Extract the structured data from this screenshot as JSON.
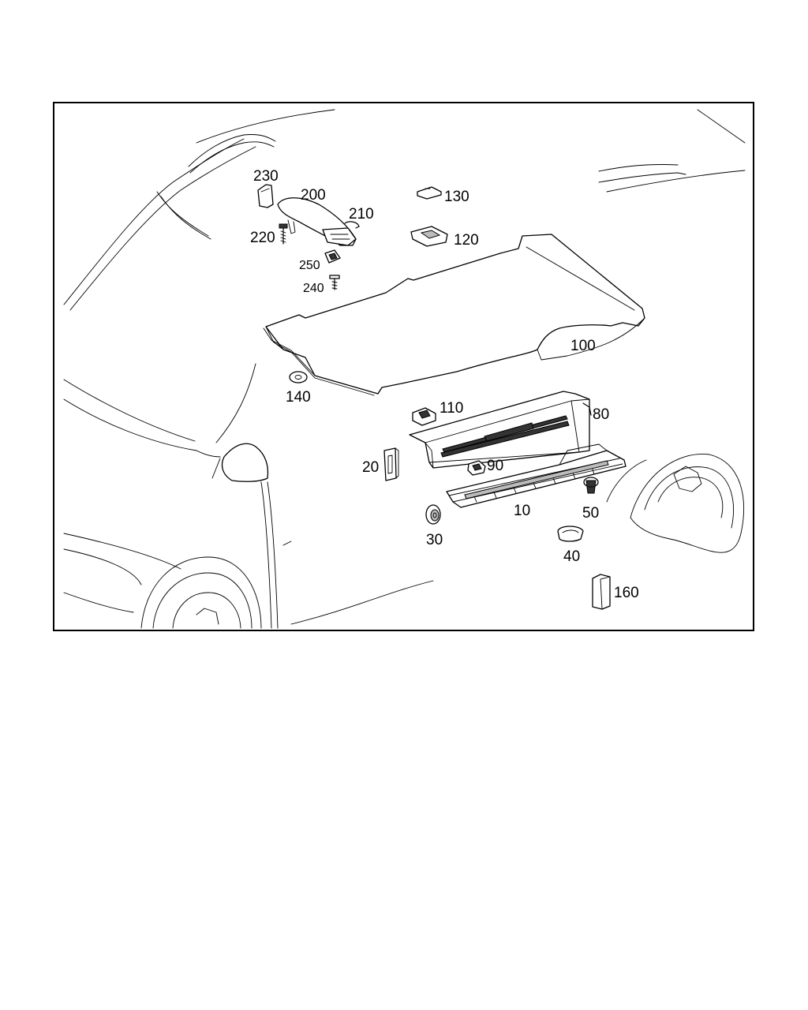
{
  "diagram": {
    "callouts": [
      {
        "id": "230",
        "text": "230"
      },
      {
        "id": "200",
        "text": "200"
      },
      {
        "id": "210",
        "text": "210"
      },
      {
        "id": "220",
        "text": "220"
      },
      {
        "id": "250",
        "text": "250"
      },
      {
        "id": "240",
        "text": "240"
      },
      {
        "id": "130",
        "text": "130"
      },
      {
        "id": "120",
        "text": "120"
      },
      {
        "id": "100",
        "text": "100"
      },
      {
        "id": "140",
        "text": "140"
      },
      {
        "id": "110",
        "text": "110"
      },
      {
        "id": "80",
        "text": "80"
      },
      {
        "id": "20",
        "text": "20"
      },
      {
        "id": "90",
        "text": "90"
      },
      {
        "id": "10",
        "text": "10"
      },
      {
        "id": "50",
        "text": "50"
      },
      {
        "id": "30",
        "text": "30"
      },
      {
        "id": "40",
        "text": "40"
      },
      {
        "id": "160",
        "text": "160"
      }
    ]
  }
}
